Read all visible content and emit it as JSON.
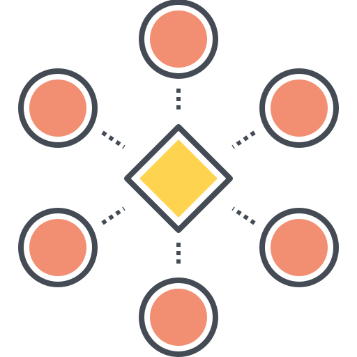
{
  "icon": {
    "name": "network-hub-icon",
    "colors": {
      "outline": "#444b54",
      "node_fill": "#f28e72",
      "node_ring": "#ffffff",
      "hub_fill": "#fdd350",
      "background": "#ffffff"
    },
    "hub": {
      "shape": "diamond"
    },
    "nodes": [
      {
        "id": "node-top"
      },
      {
        "id": "node-upper-left"
      },
      {
        "id": "node-upper-right"
      },
      {
        "id": "node-lower-left"
      },
      {
        "id": "node-lower-right"
      },
      {
        "id": "node-bottom"
      }
    ]
  }
}
